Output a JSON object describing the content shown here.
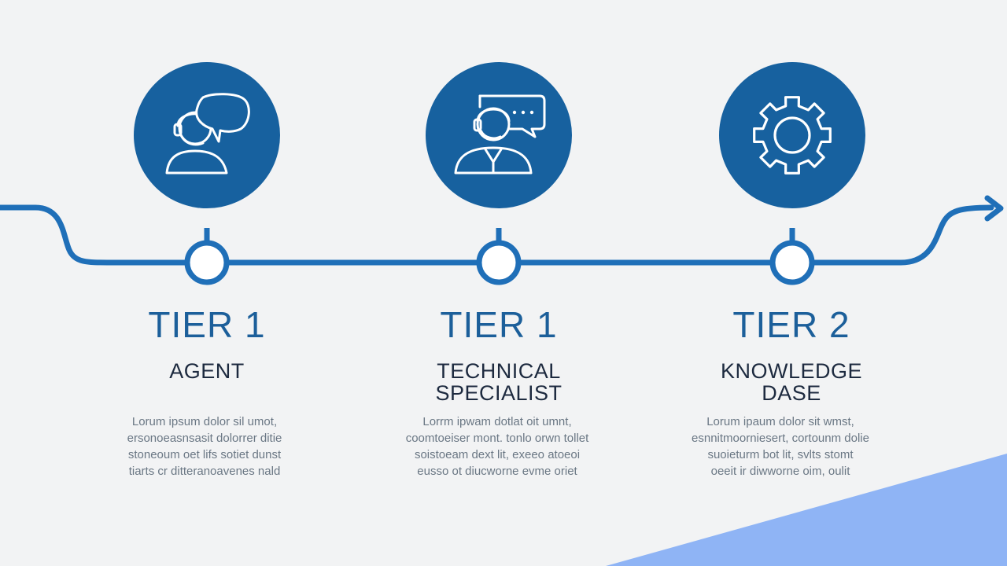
{
  "colors": {
    "background": "#f2f3f4",
    "primary": "#17619f",
    "line": "#1f6fb8",
    "heading": "#1c5f9a",
    "label": "#1d2a3f",
    "body_text": "#6a7784",
    "corner_accent": "#8fb4f5"
  },
  "tiers": [
    {
      "title": "TIER 1",
      "name": "AGENT",
      "icon": "agent-speech-bubble-icon",
      "description": "Lorum ipsum dolor sil umot,\nersonoeasnsasit dolorrer ditie\nstoneoum oet lifs sotiet dunst\ntiarts cr ditteranoavenes nald"
    },
    {
      "title": "TIER 1",
      "name": "TECHNICAL\nSPECIALIST",
      "icon": "headset-specialist-chat-icon",
      "description": "Lorrm ipwam dotlat oit umnt,\ncoomtoeiser mont. tonlo orwn tollet\nsoistoeam dext lit, exeeo atoeoi\neusso ot diucworne evme oriet"
    },
    {
      "title": "TIER 2",
      "name": "KNOWLEDGE\nDASE",
      "icon": "gear-icon",
      "description": "Lorum ipaum dolor sit wmst,\nesnnitmoorniesert, cortounm dolie\nsuoieturm bot lit, svlts stomt\noeeit ir diwworne oim, oulit"
    }
  ]
}
